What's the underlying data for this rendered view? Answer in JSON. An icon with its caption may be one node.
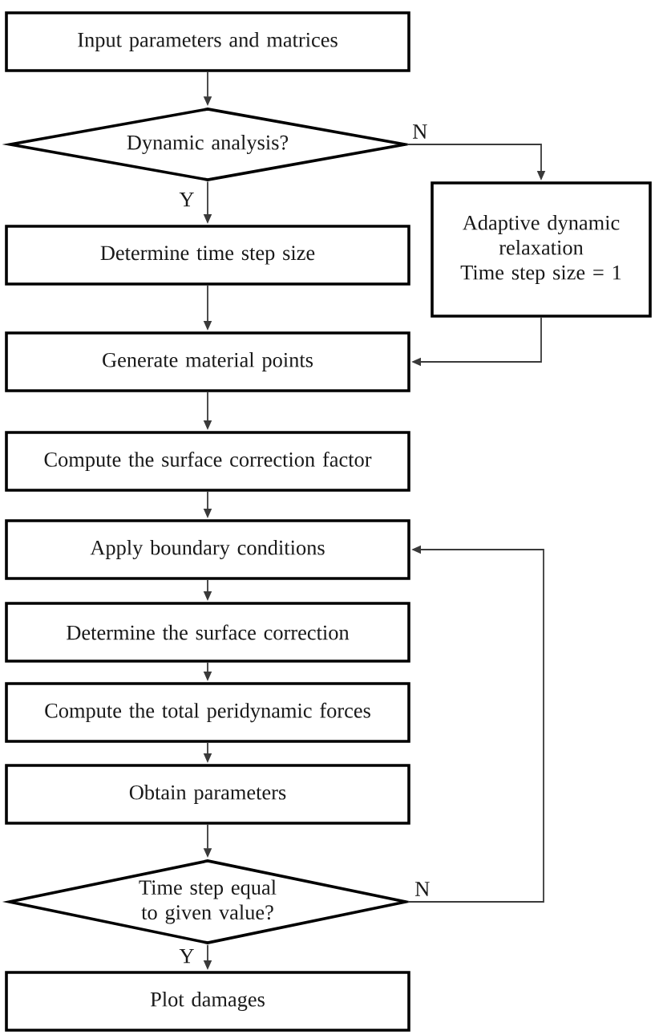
{
  "diagram": {
    "nodes": [
      {
        "text": [
          "Input parameters and matrices"
        ]
      },
      {
        "text": [
          "Dynamic analysis?"
        ]
      },
      {
        "text": [
          "Determine time step size"
        ]
      },
      {
        "text": [
          "Adaptive dynamic relaxation",
          "Time step size = 1"
        ]
      },
      {
        "text": [
          "Generate material points"
        ]
      },
      {
        "text": [
          "Compute the surface correction factor"
        ]
      },
      {
        "text": [
          "Apply boundary conditions"
        ]
      },
      {
        "text": [
          "Determine the surface correction"
        ]
      },
      {
        "text": [
          "Compute the total peridynamic forces"
        ]
      },
      {
        "text": [
          "Obtain parameters"
        ]
      },
      {
        "text": [
          "Time step equal to given value?"
        ]
      },
      {
        "text": [
          "Plot damages"
        ]
      }
    ],
    "edges": [
      {
        "from": 0,
        "to": 1,
        "arrow": "to"
      },
      {
        "from": 1,
        "to": 2,
        "arrow": "to",
        "label": "Y"
      },
      {
        "from": 1,
        "to": 3,
        "arrow": "to",
        "label": "N"
      },
      {
        "from": 2,
        "to": 4,
        "arrow": "to"
      },
      {
        "from": 3,
        "to": 4,
        "arrow": "to"
      },
      {
        "from": 4,
        "to": 5,
        "arrow": "to"
      },
      {
        "from": 5,
        "to": 6,
        "arrow": "to"
      },
      {
        "from": 6,
        "to": 7,
        "arrow": "to"
      },
      {
        "from": 7,
        "to": 8,
        "arrow": "to"
      },
      {
        "from": 8,
        "to": 9,
        "arrow": "to"
      },
      {
        "from": 9,
        "to": 10,
        "arrow": "to"
      },
      {
        "from": 10,
        "to": 11,
        "arrow": "to",
        "label": "Y"
      },
      {
        "from": 10,
        "to": 6,
        "arrow": "to",
        "label": "N"
      }
    ]
  }
}
